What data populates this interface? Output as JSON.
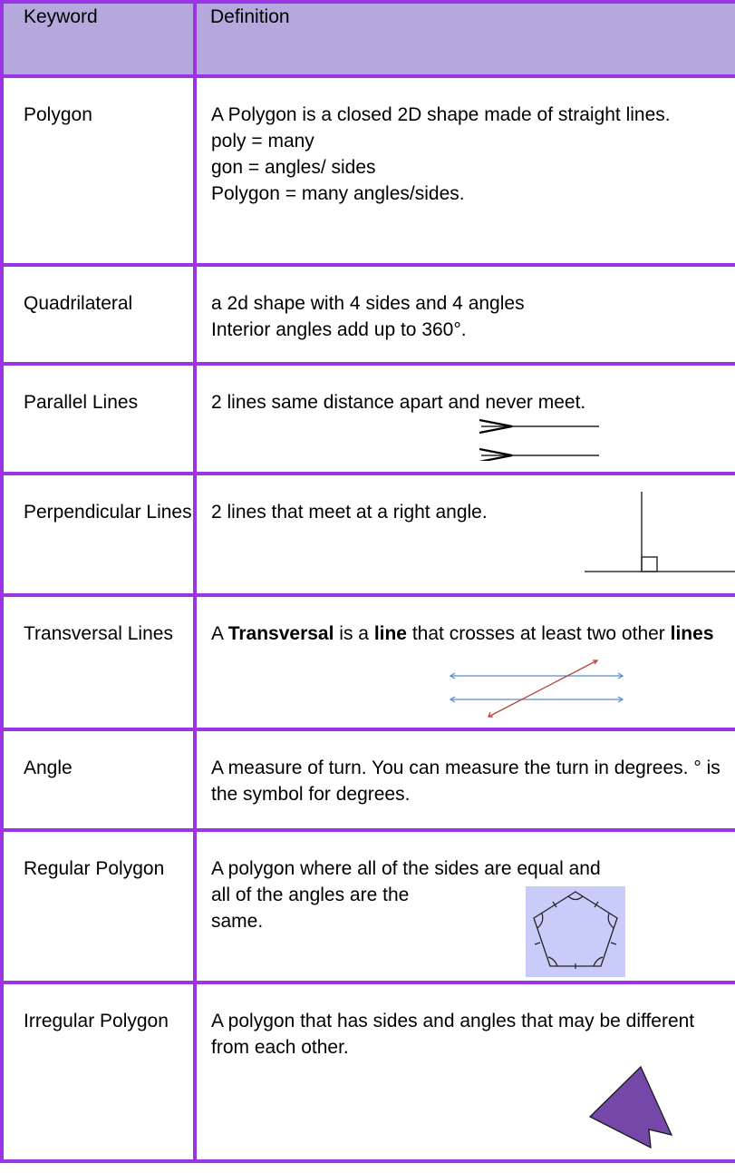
{
  "header": {
    "keyword": "Keyword",
    "definition": "Definition"
  },
  "rows": [
    {
      "keyword": "Polygon",
      "definition": [
        "A Polygon is a closed 2D shape made of straight lines.",
        "poly = many",
        "gon = angles/ sides",
        "Polygon = many angles/sides."
      ]
    },
    {
      "keyword": "Quadrilateral",
      "definition": [
        "a 2d shape with 4 sides and 4 angles",
        "Interior angles add up to 360°."
      ]
    },
    {
      "keyword": "Parallel Lines",
      "definition": [
        "2 lines same distance apart and never meet."
      ],
      "figure_icon": "parallel-lines-icon"
    },
    {
      "keyword": "Perpendicular Lines",
      "definition": [
        " 2 lines that meet at a right angle."
      ],
      "figure_icon": "right-angle-icon"
    },
    {
      "keyword": "Transversal Lines",
      "definition_parts": [
        " A ",
        "Transversal",
        " is a ",
        "line",
        " that crosses at least two other ",
        "lines"
      ],
      "figure_icon": "transversal-icon",
      "figure_colors": {
        "parallel": "#5b8fc9",
        "transversal": "#b8453d"
      }
    },
    {
      "keyword": "Angle",
      "definition": [
        "A measure of turn. You can measure the turn in degrees. ° is the symbol for degrees."
      ]
    },
    {
      "keyword": "Regular Polygon",
      "definition": [
        "A polygon where all of the sides are equal and",
        "all of the angles are the",
        "same."
      ],
      "figure_icon": "regular-pentagon-icon",
      "figure_colors": {
        "background": "#c9ccf9"
      }
    },
    {
      "keyword": "Irregular Polygon",
      "definition": [
        "A polygon that  has sides and angles that may be different from each other."
      ],
      "figure_icon": "irregular-polygon-icon",
      "figure_colors": {
        "fill": "#7447a8"
      }
    }
  ],
  "colors": {
    "border": "#9b34e4",
    "header_bg": "#b4a8dc"
  }
}
